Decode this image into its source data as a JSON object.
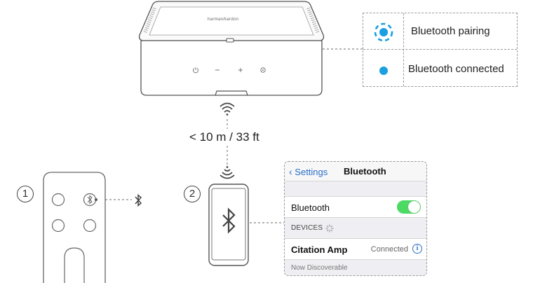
{
  "legend": {
    "pairing_label": "Bluetooth pairing",
    "connected_label": "Bluetooth connected",
    "indicator_color": "#1a9fe0"
  },
  "speaker": {
    "brand": "harman/kardon"
  },
  "distance": "< 10 m / 33 ft",
  "steps": [
    "1",
    "2"
  ],
  "phone_screen": {
    "back_label": "Settings",
    "title": "Bluetooth",
    "bluetooth_label": "Bluetooth",
    "toggle_on": true,
    "devices_label": "DEVICES",
    "device_name": "Citation Amp",
    "device_status": "Connected",
    "discoverable_label": "Now Discoverable",
    "accent_color": "#2a6fc9",
    "toggle_color": "#4cd964"
  },
  "icons": [
    "bluetooth-icon",
    "wifi-signal-icon",
    "power-icon",
    "minus-icon",
    "plus-icon",
    "source-icon",
    "info-icon",
    "spinner-icon"
  ]
}
